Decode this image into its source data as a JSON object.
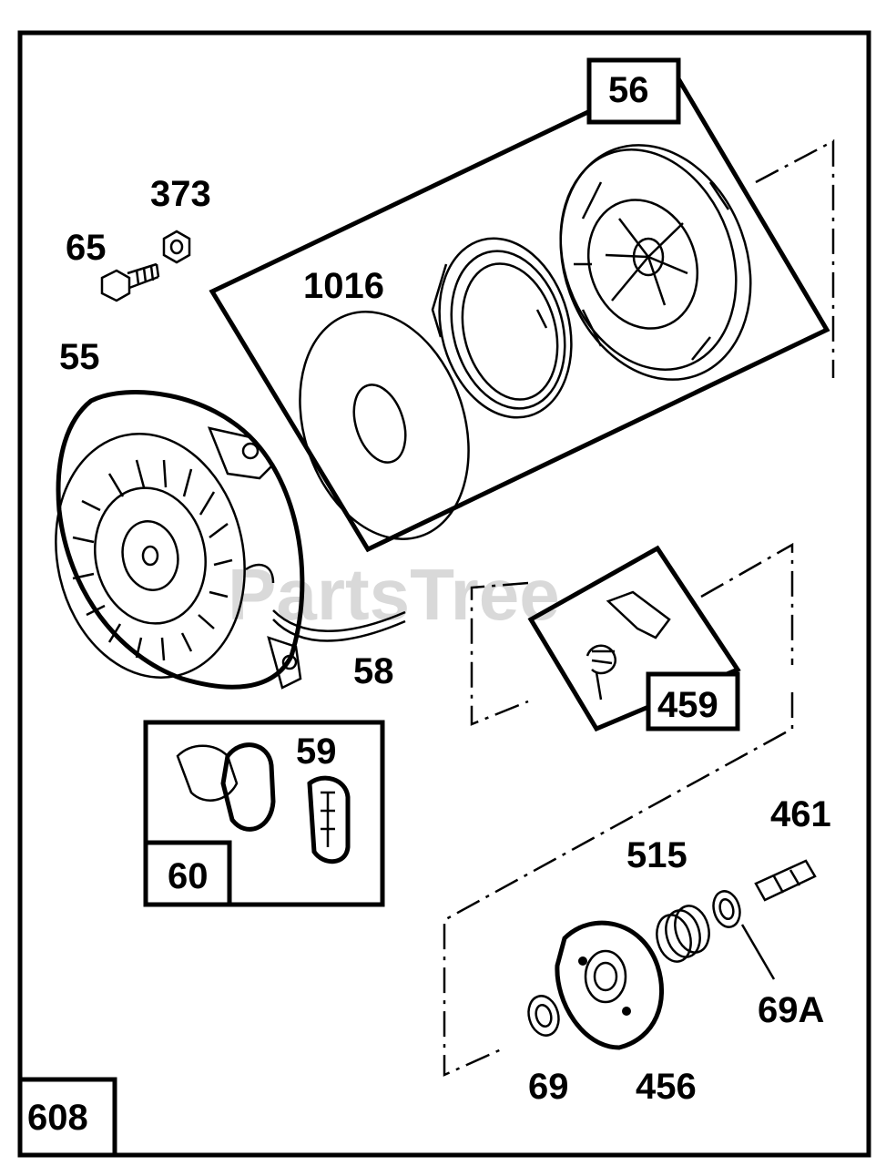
{
  "watermark": "PartsTree",
  "labels": {
    "p56": "56",
    "p373": "373",
    "p65": "65",
    "p1016": "1016",
    "p55": "55",
    "p58": "58",
    "p59": "59",
    "p459": "459",
    "p60": "60",
    "p461": "461",
    "p515": "515",
    "p69A": "69A",
    "p69": "69",
    "p456": "456",
    "p608": "608"
  }
}
